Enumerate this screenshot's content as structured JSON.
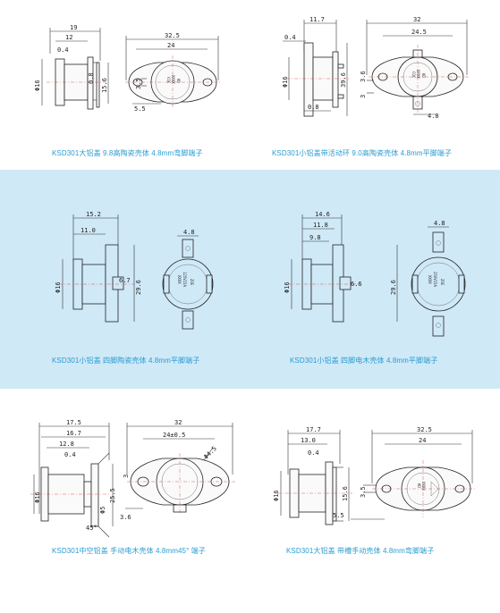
{
  "items": [
    {
      "caption": "KSD301大铝盖 9.8高陶瓷壳体 4.8mm弯脚端子",
      "dims": {
        "d19": "19",
        "d12": "12",
        "d04": "0.4",
        "phi16": "Φ16",
        "d08": "0.8",
        "d156": "15.6",
        "d325": "32.5",
        "d24": "24",
        "d35": "3.5",
        "d55": "5.5"
      },
      "marks": [
        "CQC",
        "XXXX",
        "KD"
      ]
    },
    {
      "caption": "KSD301小铝盖带活动环 9.0高陶瓷壳体 4.8mm平脚端子",
      "dims": {
        "d117": "11.7",
        "d04": "0.4",
        "phi16": "Φ16",
        "d08": "0.8",
        "d396": "39.6",
        "d32": "32",
        "d245": "24.5",
        "d36": "3.6",
        "d3": "3",
        "d48": "4.8"
      },
      "marks": [
        "CQC",
        "XXXX",
        "KD"
      ]
    },
    {
      "caption": "KSD301小铝盖 四脚陶瓷壳体 4.8mm平脚端子",
      "dims": {
        "d152": "15.2",
        "d110": "11.0",
        "phi16": "Φ16",
        "d67": "6.7",
        "d296": "29.6",
        "d48": "4.8"
      },
      "marks": [
        "XXXX",
        "125V15A",
        "ZOE"
      ]
    },
    {
      "caption": "KSD301小铝盖 四脚电木壳体 4.8mm平脚端子",
      "dims": {
        "d146": "14.6",
        "d118": "11.8",
        "d98": "9.8",
        "phi16": "Φ16",
        "d66": "6.6",
        "d296": "29.6",
        "d48": "4.8"
      },
      "marks": [
        "XXXX",
        "250V15A",
        "ZOE"
      ]
    },
    {
      "caption": "KSD301中空铝盖 手动电木壳体 4.8mm45° 端子",
      "dims": {
        "d175": "17.5",
        "d167": "16.7",
        "d128": "12.8",
        "d04": "0.4",
        "phi16": "Φ16",
        "phi5": "Φ5",
        "d255": "25.5",
        "d32": "32",
        "d24": "24±0.5",
        "d3": "3",
        "phi45": "Φ4.5",
        "d36": "3.6",
        "d45deg": "45°"
      },
      "marks": []
    },
    {
      "caption": "KSD301大铝盖 带槽手动壳体 4.8mm弯脚端子",
      "dims": {
        "d177": "17.7",
        "d130": "13.0",
        "d04": "0.4",
        "phi16": "Φ16",
        "d156": "15.6",
        "d325": "32.5",
        "d24": "24",
        "d35": "3.5",
        "d55": "5.5"
      },
      "marks": [
        "KD",
        "XXXX"
      ]
    }
  ]
}
